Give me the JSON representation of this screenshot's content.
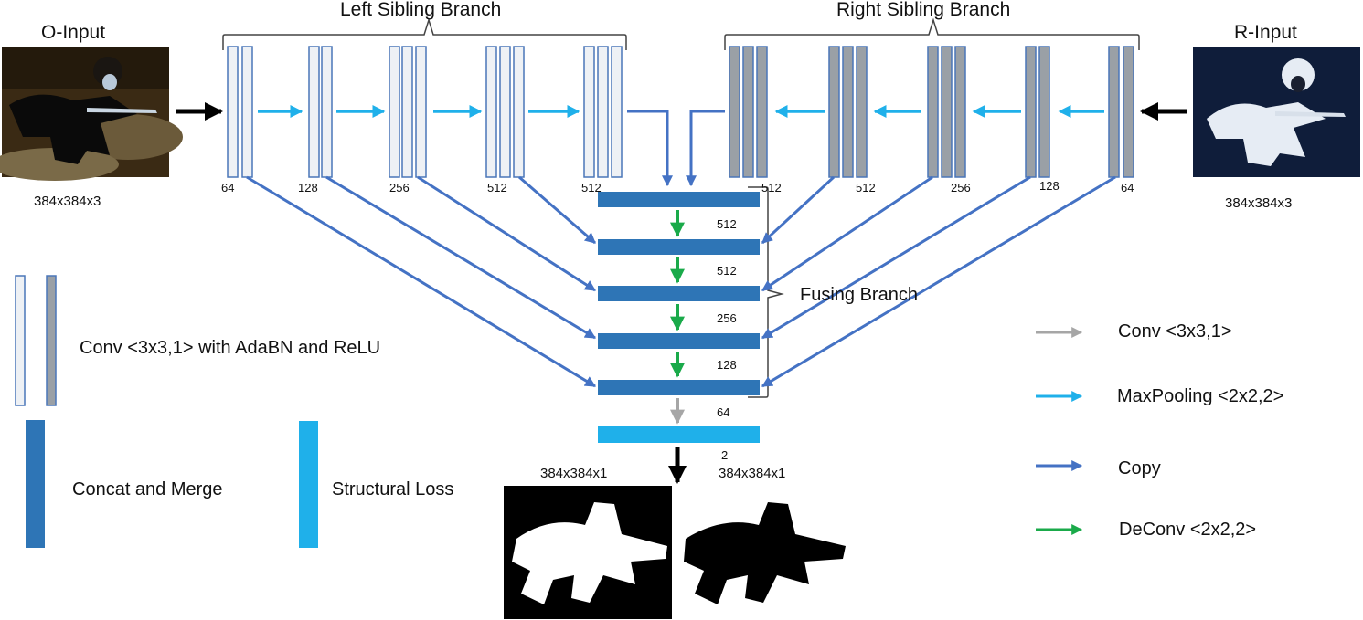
{
  "inputs": {
    "left_title": "O-Input",
    "left_dims": "384x384x3",
    "right_title": "R-Input",
    "right_dims": "384x384x3"
  },
  "branches": {
    "left_label": "Left Sibling Branch",
    "right_label": "Right Sibling Branch",
    "fusing_label": "Fusing Branch"
  },
  "left_stages": [
    "64",
    "128",
    "256",
    "512",
    "512"
  ],
  "right_stages": [
    "512",
    "512",
    "256",
    "128",
    "64"
  ],
  "fusing_stages": [
    "512",
    "512",
    "256",
    "128",
    "64"
  ],
  "output": {
    "channels": "2",
    "dims_left": "384x384x1",
    "dims_right": "384x384x1"
  },
  "legend": {
    "conv_block": "Conv <3x3,1> with AdaBN and ReLU",
    "concat": "Concat and Merge",
    "structural": "Structural Loss",
    "arrow_conv": "Conv <3x3,1>",
    "arrow_maxpool": "MaxPooling <2x2,2>",
    "arrow_copy": "Copy",
    "arrow_deconv": "DeConv <2x2,2>"
  },
  "colors": {
    "left_block": "#eef1f5",
    "right_block": "#9aa0a6",
    "block_border": "#4a76b8",
    "concat_bar": "#2e75b6",
    "structural_bar": "#1fb0ea",
    "maxpool_arrow": "#1fb0ea",
    "copy_arrow": "#4472c4",
    "deconv_arrow": "#1aaa4a",
    "conv_arrow": "#a6a6a6"
  }
}
